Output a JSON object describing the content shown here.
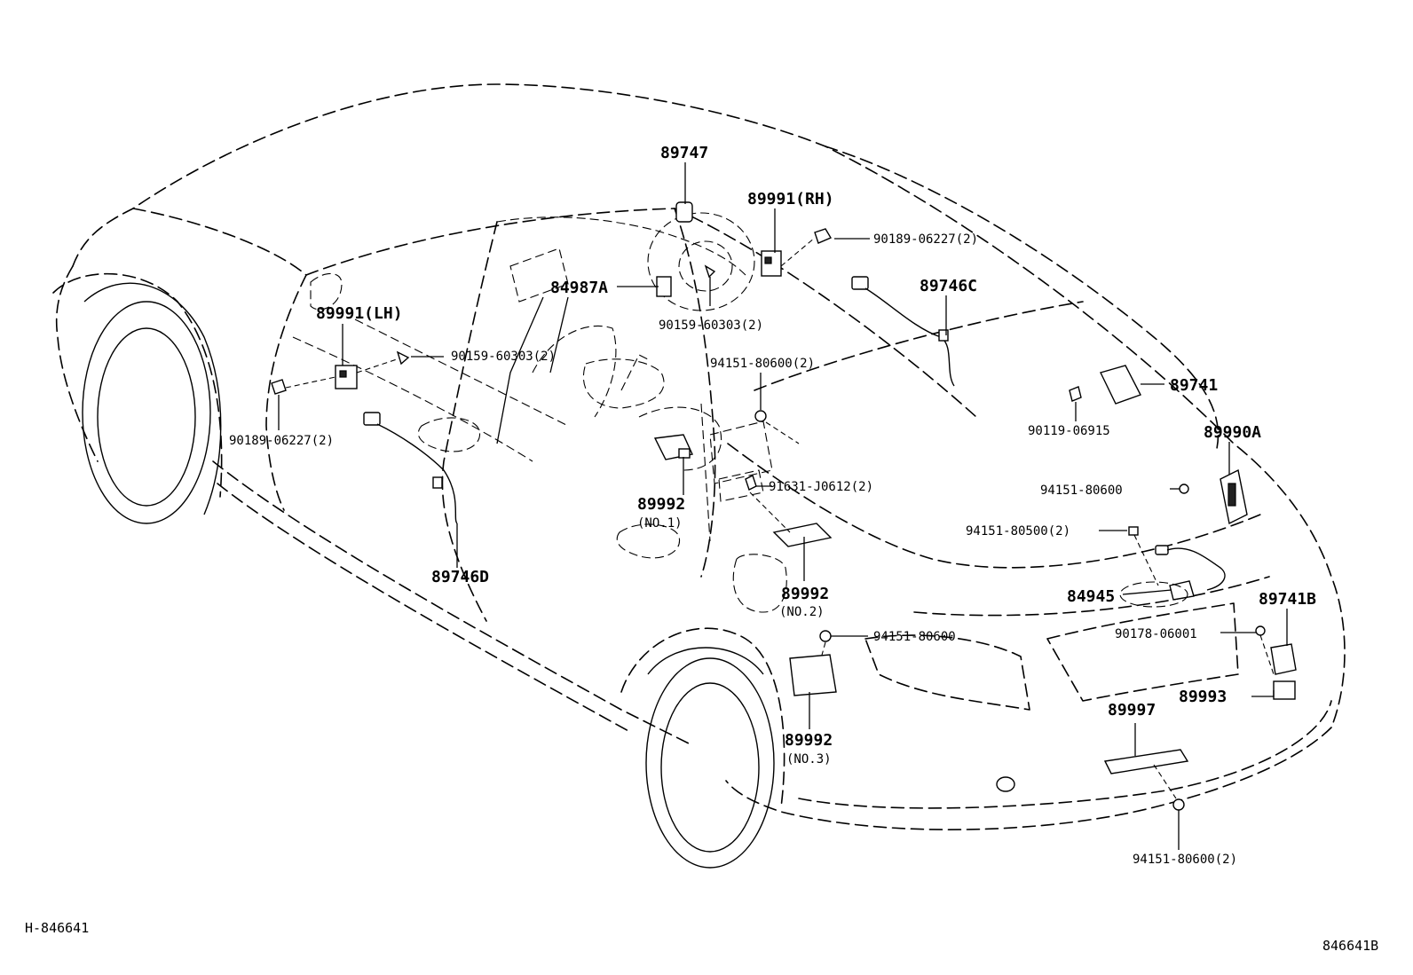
{
  "labels": {
    "p89747": "89747",
    "p89991_rh": "89991(RH)",
    "p90189_top": "90189-06227(2)",
    "p84987a": "84987A",
    "p89746c": "89746C",
    "p90159_right": "90159-60303(2)",
    "p89991_lh": "89991(LH)",
    "p90159_left": "90159-60303(2)",
    "p94151_80600_2_top": "94151-80600(2)",
    "p89741": "89741",
    "p90119": "90119-06915",
    "p90189_left": "90189-06227(2)",
    "p89990a": "89990A",
    "p91631": "91631-J0612(2)",
    "p94151_80600_right": "94151-80600",
    "p89992_no1": "89992",
    "p89992_no1_note": "(NO.1)",
    "p94151_80500": "94151-80500(2)",
    "p89746d": "89746D",
    "p89992_no2": "89992",
    "p89992_no2_note": "(NO.2)",
    "p84945": "84945",
    "p89741b": "89741B",
    "p94151_80600_mid": "94151-80600",
    "p90178": "90178-06001",
    "p89993": "89993",
    "p89997": "89997",
    "p89992_no3": "89992",
    "p89992_no3_note": "(NO.3)",
    "p94151_80600_2_bottom": "94151-80600(2)"
  },
  "footer": {
    "left_code": "H-846641",
    "right_code": "846641B"
  }
}
